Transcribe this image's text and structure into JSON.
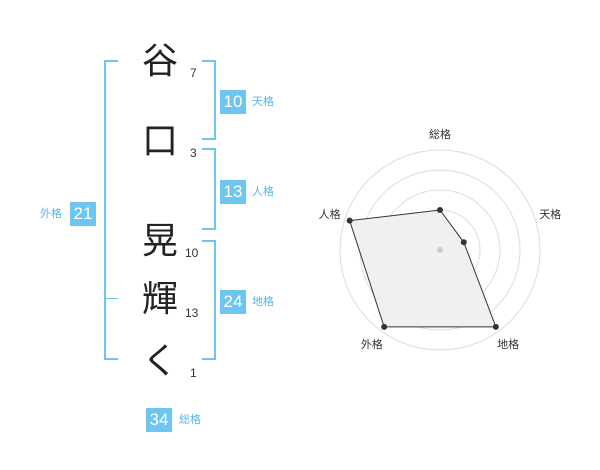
{
  "characters": [
    {
      "char": "谷",
      "strokes": "7"
    },
    {
      "char": "口",
      "strokes": "3"
    },
    {
      "char": "晃",
      "strokes": "10"
    },
    {
      "char": "輝",
      "strokes": "13"
    },
    {
      "char": "く",
      "strokes": "1"
    }
  ],
  "kakusu": {
    "tenkaku": {
      "value": "10",
      "label": "天格"
    },
    "jinkaku": {
      "value": "13",
      "label": "人格"
    },
    "chikaku": {
      "value": "24",
      "label": "地格"
    },
    "gaikaku": {
      "value": "21",
      "label": "外格"
    },
    "soukaku": {
      "value": "34",
      "label": "総格"
    }
  },
  "radar": {
    "labels": [
      "総格",
      "天格",
      "地格",
      "外格",
      "人格"
    ],
    "values": [
      0.4,
      0.25,
      0.95,
      0.95,
      0.95
    ],
    "colors": {
      "ring": "#dddddd",
      "fill": "#eeeeee",
      "line": "#333333",
      "point": "#333333"
    }
  },
  "colors": {
    "accent": "#6ec6f0",
    "accent_text": "#5ab4e6"
  }
}
